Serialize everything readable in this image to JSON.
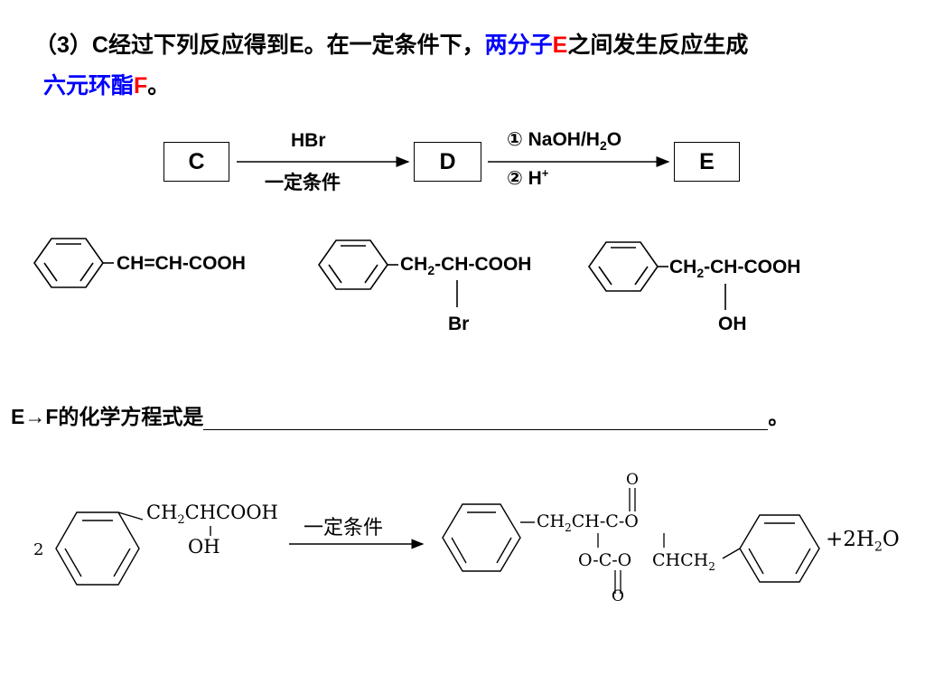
{
  "intro": {
    "part_no": "（3）",
    "text_a": "C经过下列反应得到E。在一定条件下，",
    "hl_a": "两分子",
    "hl_e": "E",
    "text_b": "之间发生反应生成",
    "hl_c": "六元环酯",
    "hl_f": "F",
    "end": "。"
  },
  "scheme": {
    "box_c": "C",
    "box_d": "D",
    "box_e": "E",
    "arrow1_top": "HBr",
    "arrow1_bottom": "一定条件",
    "arrow2_step1_prefix": "① NaOH/H",
    "arrow2_step1_sub": "2",
    "arrow2_step1_suffix": "O",
    "arrow2_step2": "② H",
    "arrow2_step2_sup": "+"
  },
  "structures": {
    "s1": "CH=CH-COOH",
    "s2_a": "CH",
    "s2_sub": "2",
    "s2_b": "-CH-COOH",
    "s2_sub_group": "Br",
    "s3_a": "CH",
    "s3_sub": "2",
    "s3_b": "-CH-COOH",
    "s3_sub_group": "OH"
  },
  "question": {
    "prefix": "E→F的化学方程式是",
    "end": "。"
  },
  "answer": {
    "coef": "2",
    "chain_a": "CH",
    "chain_sub": "2",
    "chain_b": "CHCOOH",
    "oh": "OH",
    "condition": "一定条件",
    "ring_left_a": "CH",
    "ring_left_sub": "2",
    "ring_left_b": "CH-C-O",
    "ring_bottom": "O-C-O",
    "ring_right_a": "CHCH",
    "ring_right_sub": "2",
    "carbonyl_top": "O",
    "carbonyl_bottom": "O",
    "plus_water_a": "+2H",
    "plus_water_sub": "2",
    "plus_water_b": "O"
  }
}
